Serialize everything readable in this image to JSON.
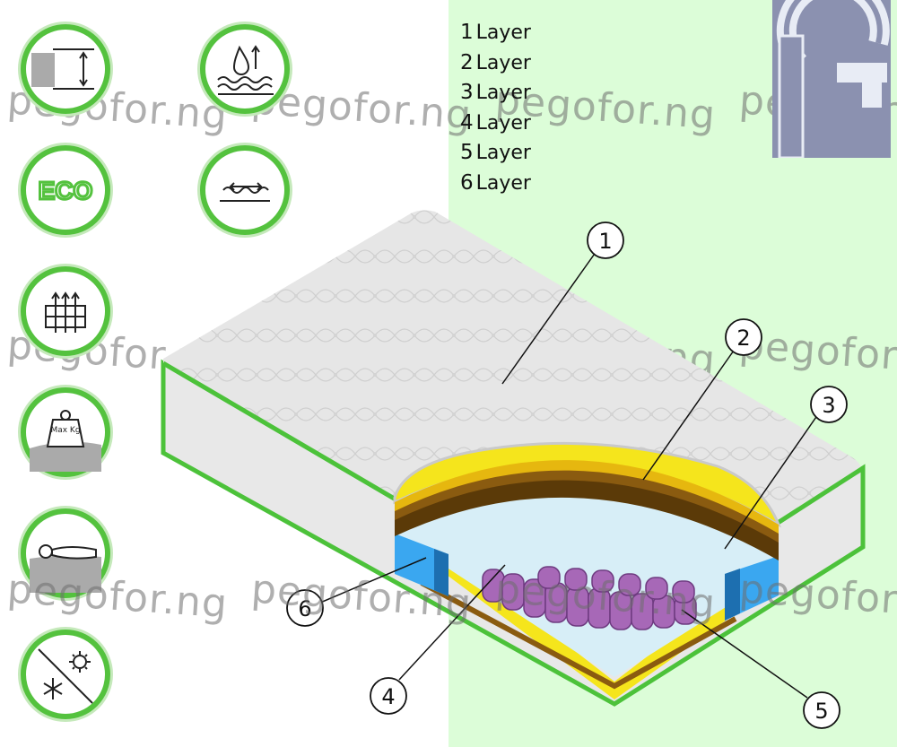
{
  "legend": [
    {
      "num": "1",
      "label": "Layer"
    },
    {
      "num": "2",
      "label": "Layer"
    },
    {
      "num": "3",
      "label": "Layer"
    },
    {
      "num": "4",
      "label": "Layer"
    },
    {
      "num": "5",
      "label": "Layer"
    },
    {
      "num": "6",
      "label": "Layer"
    }
  ],
  "callouts": [
    "1",
    "2",
    "3",
    "4",
    "5",
    "6"
  ],
  "watermark": "pegofor.ng",
  "icons": [
    {
      "name": "height-icon"
    },
    {
      "name": "water-permeable-icon"
    },
    {
      "name": "eco-icon",
      "text": "ECO"
    },
    {
      "name": "pressure-relief-icon"
    },
    {
      "name": "breathable-icon"
    },
    {
      "name": "max-weight-icon",
      "text": "Max Kg"
    },
    {
      "name": "body-support-icon"
    },
    {
      "name": "seasonal-icon"
    }
  ],
  "colors": {
    "accent_green": "#54c23e",
    "layer_top_quilt": "#e6e6e6",
    "layer_foam_yellow": "#f5e51c",
    "layer_coconut_brown": "#8a5b10",
    "layer_springs_purple": "#a768b7",
    "layer_side_blue": "#3aa7f0",
    "right_panel_bg": "#dcfdd8"
  }
}
